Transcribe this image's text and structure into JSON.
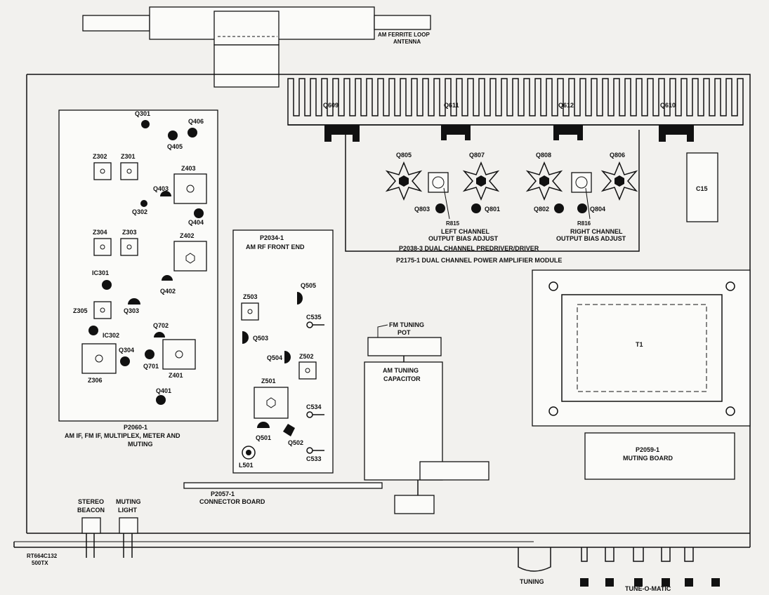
{
  "labels": {
    "antenna_line1": "AM FERRITE LOOP",
    "antenna_line2": "ANTENNA",
    "q609": "Q609",
    "q611": "Q611",
    "q612": "Q612",
    "q610": "Q610",
    "q805": "Q805",
    "q807": "Q807",
    "q808": "Q808",
    "q806": "Q806",
    "q803": "Q803",
    "q801": "Q801",
    "q802": "Q802",
    "q804": "Q804",
    "r815": "R815",
    "r816": "R816",
    "left_bias_1": "LEFT CHANNEL",
    "left_bias_2": "OUTPUT BIAS ADJUST",
    "right_bias_1": "RIGHT CHANNEL",
    "right_bias_2": "OUTPUT BIAS ADJUST",
    "predriver": "P2038-3 DUAL CHANNEL PREDRIVER/DRIVER",
    "power_amp": "P2175-1 DUAL CHANNEL POWER AMPLIFIER MODULE",
    "c15": "C15",
    "t1": "T1",
    "q301": "Q301",
    "q406": "Q406",
    "q405": "Q405",
    "z302": "Z302",
    "z301": "Z301",
    "z403": "Z403",
    "q403": "Q403",
    "q302": "Q302",
    "q404": "Q404",
    "z304": "Z304",
    "z303": "Z303",
    "z402": "Z402",
    "ic301": "IC301",
    "q402": "Q402",
    "z305": "Z305",
    "q303": "Q303",
    "ic302": "IC302",
    "q702": "Q702",
    "q304": "Q304",
    "q701": "Q701",
    "z306": "Z306",
    "z401": "Z401",
    "q401": "Q401",
    "p2060_1": "P2060-1",
    "p2060_2": "AM IF, FM IF, MULTIPLEX, METER AND",
    "p2060_3": "MUTING",
    "p2034_1": "P2034-1",
    "p2034_2": "AM RF FRONT END",
    "z503": "Z503",
    "q505": "Q505",
    "c535": "C535",
    "q503": "Q503",
    "q504": "Q504",
    "z502": "Z502",
    "z501": "Z501",
    "c534": "C534",
    "q501": "Q501",
    "q502": "Q502",
    "l501": "L501",
    "c533": "C533",
    "fm_pot_1": "FM TUNING",
    "fm_pot_2": "POT",
    "am_cap_1": "AM TUNING",
    "am_cap_2": "CAPACITOR",
    "p2057_1": "P2057-1",
    "p2057_2": "CONNECTOR BOARD",
    "p2059_1": "P2059-1",
    "p2059_2": "MUTING BOARD",
    "stereo_1": "STEREO",
    "stereo_2": "BEACON",
    "muting_1": "MUTING",
    "muting_2": "LIGHT",
    "fig_1": "RT664C132",
    "fig_2": "500TX",
    "tuning": "TUNING",
    "tune_o_matic": "TUNE-O-MATIC"
  }
}
